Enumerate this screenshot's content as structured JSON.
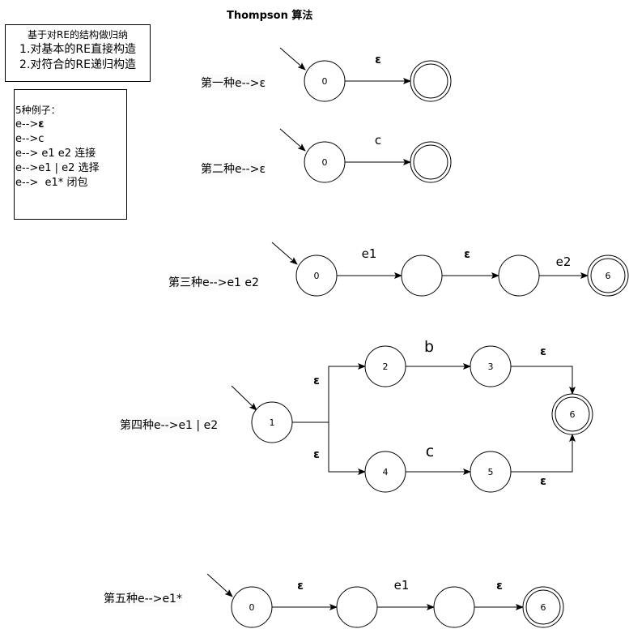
{
  "title": "Thompson 算法",
  "intro": {
    "lines": [
      "基于对RE的结构做归纳",
      "1.对基本的RE直接构造",
      "2.对符合的RE递归构造"
    ]
  },
  "examples": {
    "heading": "5种例子：",
    "items": [
      "e-->ε",
      "e-->c",
      "e--> e1 e2 连接",
      "e-->e1 | e2 选择",
      "e-->  e1* 闭包"
    ]
  },
  "rows": [
    {
      "label": "第一种e-->ε",
      "states": [
        {
          "id": "0",
          "accept": false
        },
        {
          "id": "",
          "accept": true
        }
      ],
      "transitions": [
        {
          "from": 0,
          "to": 1,
          "symbol": "ε",
          "bold": true
        }
      ]
    },
    {
      "label": "第二种e-->ε",
      "states": [
        {
          "id": "0",
          "accept": false
        },
        {
          "id": "",
          "accept": true
        }
      ],
      "transitions": [
        {
          "from": 0,
          "to": 1,
          "symbol": "c",
          "bold": false
        }
      ]
    },
    {
      "label": "第三种e-->e1 e2",
      "states": [
        {
          "id": "0",
          "accept": false
        },
        {
          "id": "",
          "accept": false
        },
        {
          "id": "",
          "accept": false
        },
        {
          "id": "6",
          "accept": true
        }
      ],
      "transitions": [
        {
          "from": 0,
          "to": 1,
          "symbol": "e1",
          "bold": false
        },
        {
          "from": 1,
          "to": 2,
          "symbol": "ε",
          "bold": true
        },
        {
          "from": 2,
          "to": 3,
          "symbol": "e2",
          "bold": false
        }
      ]
    },
    {
      "label": "第四种e-->e1 | e2",
      "states": [
        {
          "id": "1",
          "accept": false
        },
        {
          "id": "2",
          "accept": false
        },
        {
          "id": "3",
          "accept": false
        },
        {
          "id": "4",
          "accept": false
        },
        {
          "id": "5",
          "accept": false
        },
        {
          "id": "6",
          "accept": true
        }
      ],
      "transitions": [
        {
          "from": 0,
          "to": 1,
          "symbol": "ε",
          "bold": true
        },
        {
          "from": 0,
          "to": 3,
          "symbol": "ε",
          "bold": true
        },
        {
          "from": 1,
          "to": 2,
          "symbol": "b",
          "bold": false
        },
        {
          "from": 3,
          "to": 4,
          "symbol": "c",
          "bold": false
        },
        {
          "from": 2,
          "to": 5,
          "symbol": "ε",
          "bold": true
        },
        {
          "from": 4,
          "to": 5,
          "symbol": "ε",
          "bold": true
        }
      ]
    },
    {
      "label": "第五种e-->e1*",
      "states": [
        {
          "id": "0",
          "accept": false
        },
        {
          "id": "",
          "accept": false
        },
        {
          "id": "",
          "accept": false
        },
        {
          "id": "6",
          "accept": true
        }
      ],
      "transitions": [
        {
          "from": 0,
          "to": 1,
          "symbol": "ε",
          "bold": true
        },
        {
          "from": 1,
          "to": 2,
          "symbol": "e1",
          "bold": false
        },
        {
          "from": 2,
          "to": 3,
          "symbol": "ε",
          "bold": true
        }
      ]
    }
  ]
}
